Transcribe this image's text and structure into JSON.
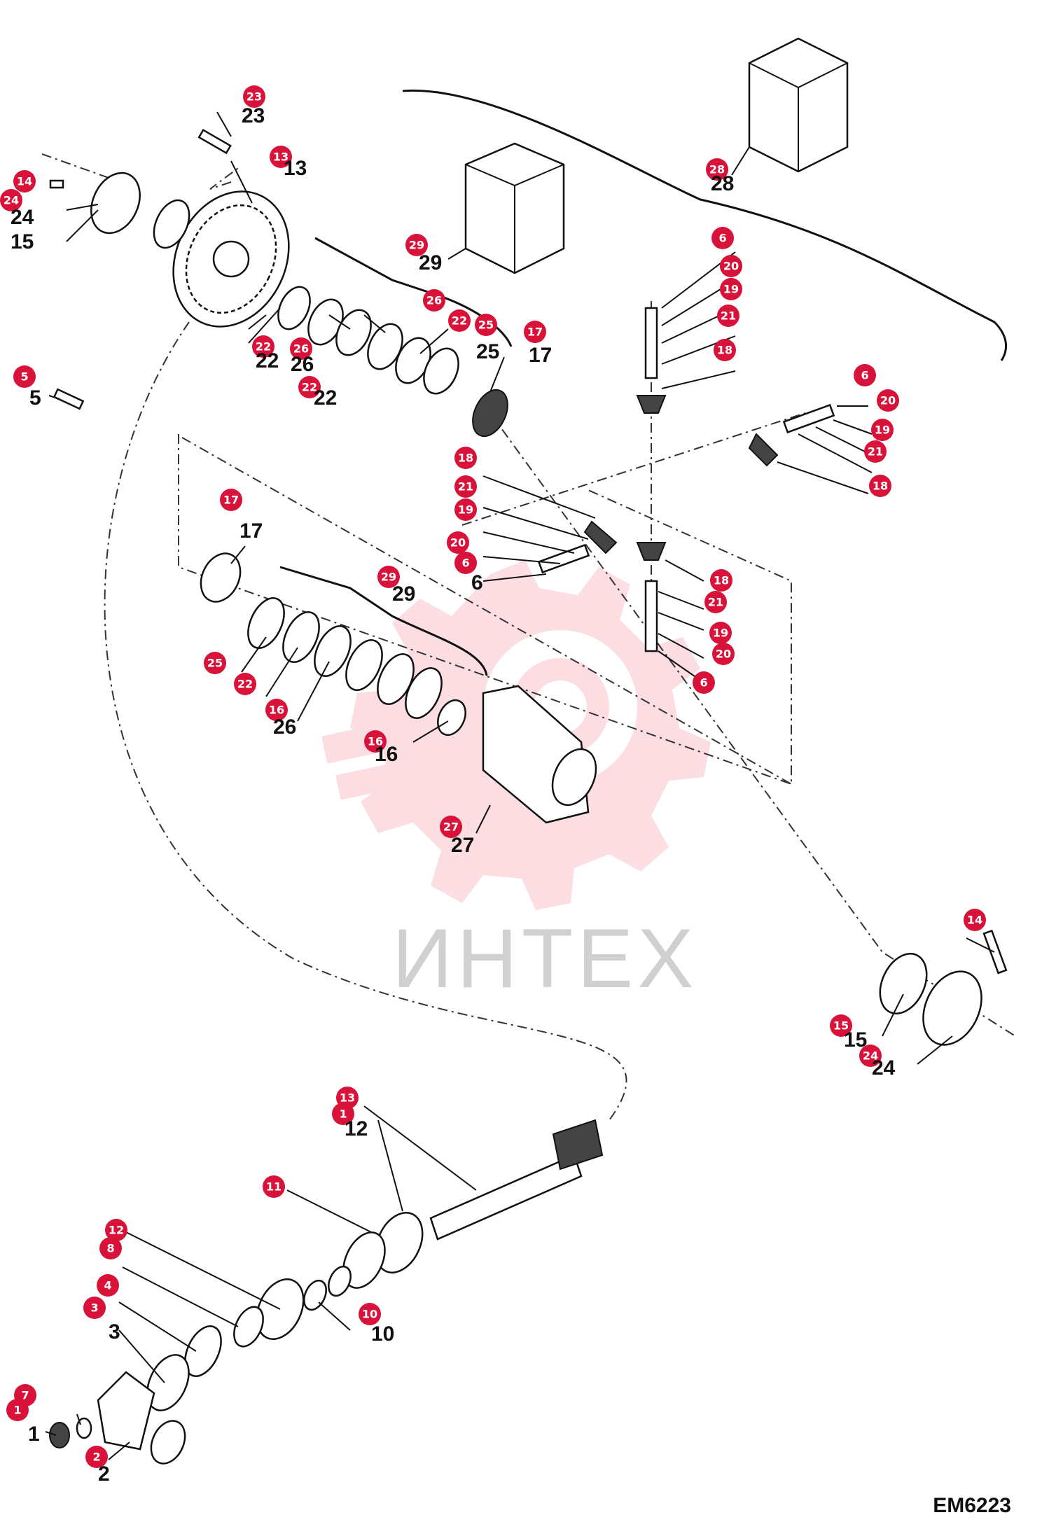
{
  "watermark": {
    "text": "ИНТЕХ",
    "color": "#e8002a"
  },
  "drawing_code": "EM6223",
  "accent_color": "#d9123a",
  "callouts": [
    {
      "id": "23"
    },
    {
      "id": "13"
    },
    {
      "id": "14"
    },
    {
      "id": "24"
    },
    {
      "id": "29"
    },
    {
      "id": "28"
    },
    {
      "id": "6"
    },
    {
      "id": "20"
    },
    {
      "id": "19"
    },
    {
      "id": "21"
    },
    {
      "id": "18"
    },
    {
      "id": "26"
    },
    {
      "id": "22"
    },
    {
      "id": "25"
    },
    {
      "id": "17"
    },
    {
      "id": "22"
    },
    {
      "id": "26"
    },
    {
      "id": "22"
    },
    {
      "id": "5"
    },
    {
      "id": "6"
    },
    {
      "id": "20"
    },
    {
      "id": "19"
    },
    {
      "id": "21"
    },
    {
      "id": "18"
    },
    {
      "id": "18"
    },
    {
      "id": "21"
    },
    {
      "id": "19"
    },
    {
      "id": "20"
    },
    {
      "id": "6"
    },
    {
      "id": "17"
    },
    {
      "id": "29"
    },
    {
      "id": "18"
    },
    {
      "id": "21"
    },
    {
      "id": "19"
    },
    {
      "id": "20"
    },
    {
      "id": "6"
    },
    {
      "id": "25"
    },
    {
      "id": "22"
    },
    {
      "id": "16"
    },
    {
      "id": "16"
    },
    {
      "id": "27"
    },
    {
      "id": "14"
    },
    {
      "id": "15"
    },
    {
      "id": "24"
    },
    {
      "id": "13"
    },
    {
      "id": "1"
    },
    {
      "id": "11"
    },
    {
      "id": "12"
    },
    {
      "id": "8"
    },
    {
      "id": "4"
    },
    {
      "id": "3"
    },
    {
      "id": "10"
    },
    {
      "id": "7"
    },
    {
      "id": "1"
    },
    {
      "id": "2"
    }
  ],
  "part_numbers": [
    {
      "id": "23"
    },
    {
      "id": "13"
    },
    {
      "id": "24"
    },
    {
      "id": "15"
    },
    {
      "id": "29"
    },
    {
      "id": "28"
    },
    {
      "id": "22"
    },
    {
      "id": "26"
    },
    {
      "id": "22"
    },
    {
      "id": "25"
    },
    {
      "id": "17"
    },
    {
      "id": "5"
    },
    {
      "id": "6"
    },
    {
      "id": "17"
    },
    {
      "id": "29"
    },
    {
      "id": "26"
    },
    {
      "id": "16"
    },
    {
      "id": "27"
    },
    {
      "id": "15"
    },
    {
      "id": "24"
    },
    {
      "id": "12"
    },
    {
      "id": "10"
    },
    {
      "id": "3"
    },
    {
      "id": "1"
    },
    {
      "id": "2"
    }
  ]
}
